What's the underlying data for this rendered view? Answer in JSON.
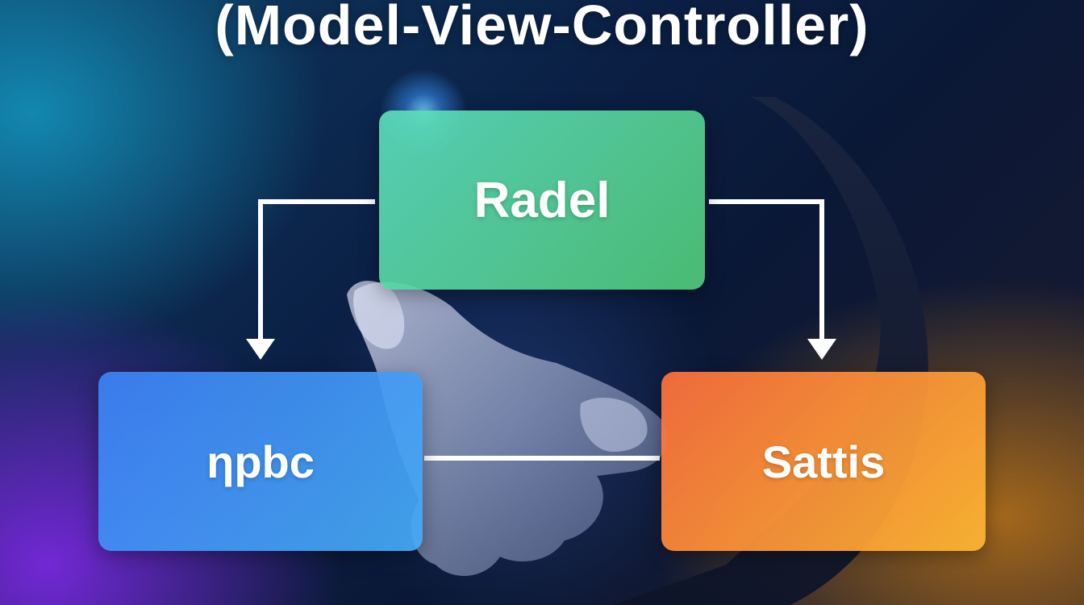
{
  "title": "(Model-View-Controller)",
  "nodes": {
    "model": {
      "label": "Radel",
      "color": "#4fd08a"
    },
    "view": {
      "label": "ƞpbc",
      "color": "#3a8ef5"
    },
    "controller": {
      "label": "Sattis",
      "color": "#f98a3c"
    }
  },
  "edges": [
    {
      "from": "model",
      "to": "view",
      "arrow": true
    },
    {
      "from": "model",
      "to": "controller",
      "arrow": true
    },
    {
      "from": "view",
      "to": "controller",
      "arrow": false
    }
  ],
  "background": {
    "accent_left": "#7828dc",
    "accent_right": "#d28214",
    "accent_top_left": "#1496be"
  }
}
